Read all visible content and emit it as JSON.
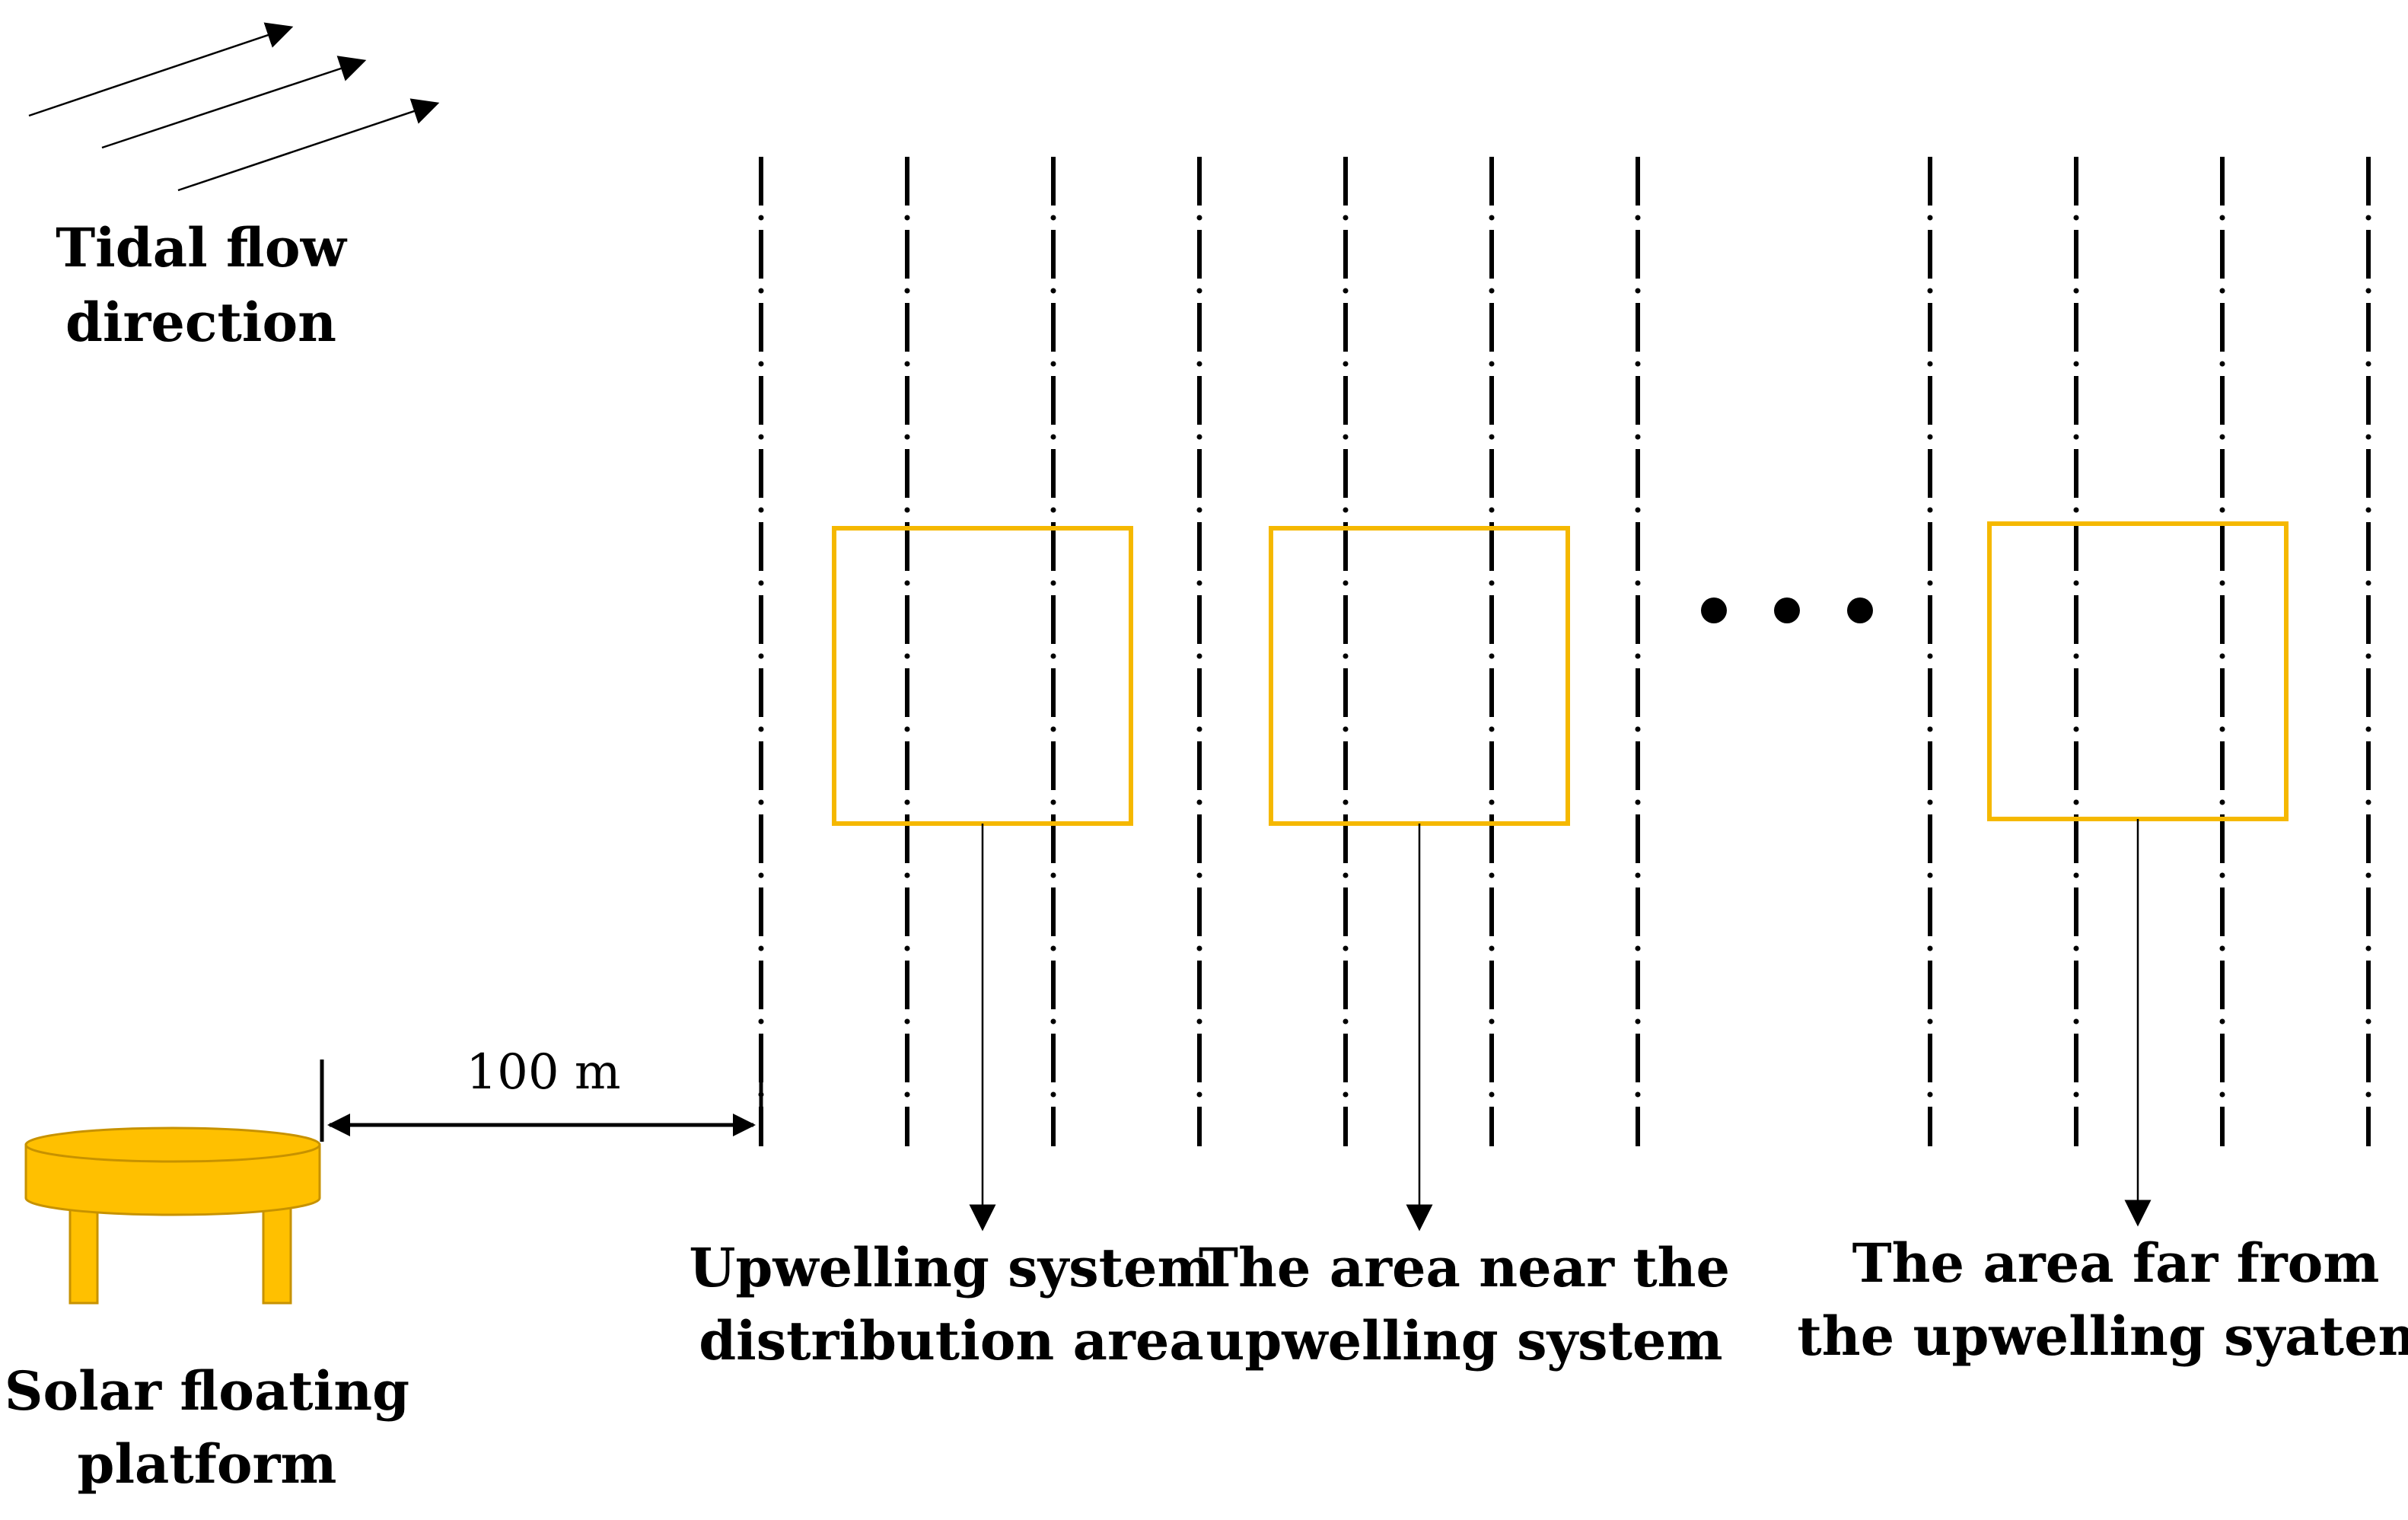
{
  "tidal_flow": {
    "line1": "Tidal flow",
    "line2": "direction"
  },
  "platform": {
    "line1": "Solar floating",
    "line2": "platform"
  },
  "distance": {
    "label": "100 m"
  },
  "areas": [
    {
      "line1": "Upwelling system",
      "line2": "distribution area"
    },
    {
      "line1": "The area near the",
      "line2": "upwelling system"
    },
    {
      "line1": "The area far from",
      "line2": "the upwelling syatem"
    }
  ],
  "colors": {
    "box": "#F5B800",
    "platform": "#FFC000",
    "platform_outline": "#C79200",
    "line": "#000000"
  }
}
